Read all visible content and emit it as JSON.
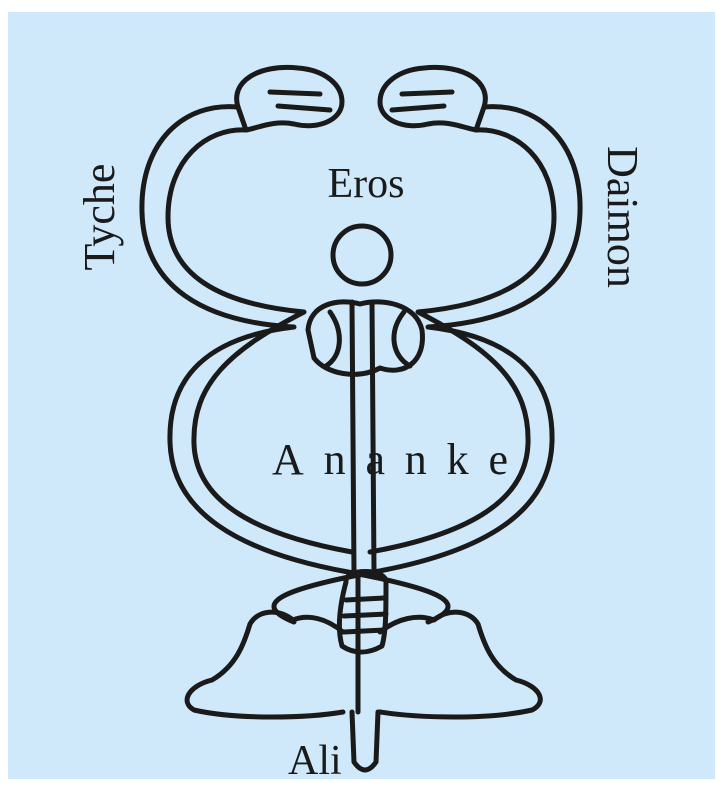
{
  "colors": {
    "background": "#cfe9fb",
    "ink": "#1a1a1a",
    "page": "#ffffff"
  },
  "labels": {
    "top": "Eros",
    "left": "Tyche",
    "right": "Daimon",
    "center": "Ananke",
    "bottom": "Ali"
  },
  "figure": {
    "icon": "caduceus-serpents-staff-wings"
  }
}
